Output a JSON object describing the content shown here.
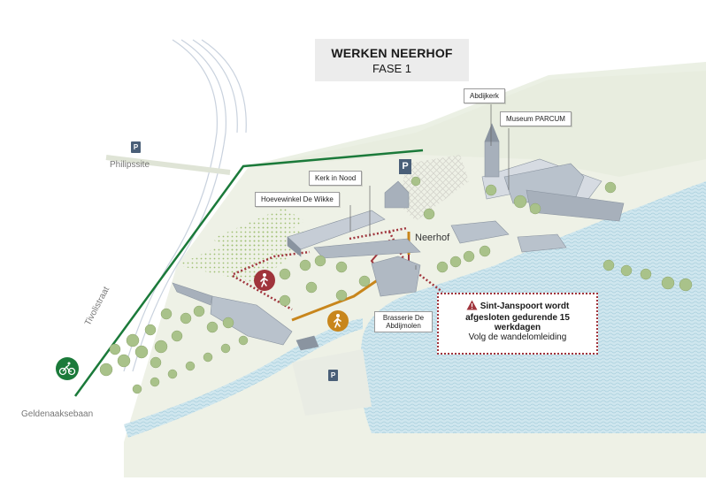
{
  "title": {
    "line1": "WERKEN NEERHOF",
    "line2": "FASE 1"
  },
  "places": {
    "abdijkerk": "Abdijkerk",
    "museum": "Museum PARCUM",
    "kerk_in_nood": "Kerk in Nood",
    "hoevewinkel": "Hoevewinkel De Wikke",
    "neerhof": "Neerhof",
    "brasserie": "Brasserie De Abdijmolen"
  },
  "roads": {
    "philipssite": "Philipssite",
    "tivolistraat": "Tivolistraat",
    "geldenaaksebaan": "Geldenaaksebaan"
  },
  "parking_letter": "P",
  "notice": {
    "line1": "Sint-Janspoort wordt",
    "line2": "afgesloten gedurende 15",
    "line3": "werkdagen",
    "line4": "Volg de wandelomleiding"
  },
  "icons": {
    "warning": "warning-triangle-icon",
    "cyclist": "cyclist-icon",
    "pedestrian_closed": "pedestrian-icon",
    "pedestrian_detour": "pedestrian-icon"
  },
  "colors": {
    "green_route": "#1b7a3a",
    "red_closed": "#a0343c",
    "detour_orange": "#c8861c",
    "water": "#cfe6ee",
    "parking": "#4a5f78"
  }
}
